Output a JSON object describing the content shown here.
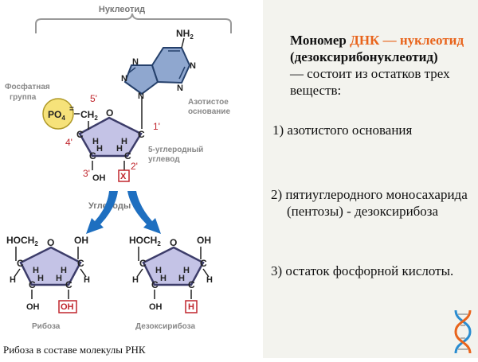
{
  "diagram": {
    "nucleotide_label": "Нуклеотид",
    "phosphate_group_line1": "Фосфатная",
    "phosphate_group_line2": "группа",
    "phosphate_formula": "PO",
    "phosphate_sub": "4",
    "phosphate_charge": "=",
    "ch2": "CH",
    "ch2_sub": "2",
    "nh2": "NH",
    "nh2_sub": "2",
    "base_line1": "Азотистое",
    "base_line2": "основание",
    "sugar_line1": "5-углеродный",
    "sugar_line2": "углевод",
    "atom_o": "O",
    "atom_c": "C",
    "atom_h": "H",
    "atom_n": "N",
    "oh": "OH",
    "x_mark": "X",
    "pos_5": "5'",
    "pos_4": "4'",
    "pos_3": "3'",
    "pos_2": "2'",
    "pos_1": "1'",
    "carbohydrates": "Углеводы",
    "hoch2": "HOCH",
    "hoch2_sub": "2",
    "ribose_label": "Рибоза",
    "deoxyribose_label": "Дезоксирибоза",
    "ribose_oh": "OH",
    "deoxy_h": "H"
  },
  "colors": {
    "phosphate_fill": "#f6e27a",
    "sugar_fill": "#c4c3e6",
    "sugar_stroke": "#3d3d6a",
    "base_fill": "#8fa7cf",
    "base_stroke": "#25406b",
    "red": "#c0262d",
    "arrow": "#1e6fc0",
    "bracket": "#999999",
    "orange": "#e8641c"
  },
  "info": {
    "title_bold": "Мономер ",
    "title_orange": "ДНК — нуклеотид",
    "title_paren": "(дезоксирибонуклеотид)",
    "title_rest": "— состоит из остатков трех веществ:",
    "item1": "1) азотистого основания",
    "item2": "2) пятиуглеродного моносахарида (пентозы) - дезоксирибоза",
    "item3": "3) остаток фосфорной кислоты."
  },
  "caption": "Рибоза в составе молекулы  РНК"
}
